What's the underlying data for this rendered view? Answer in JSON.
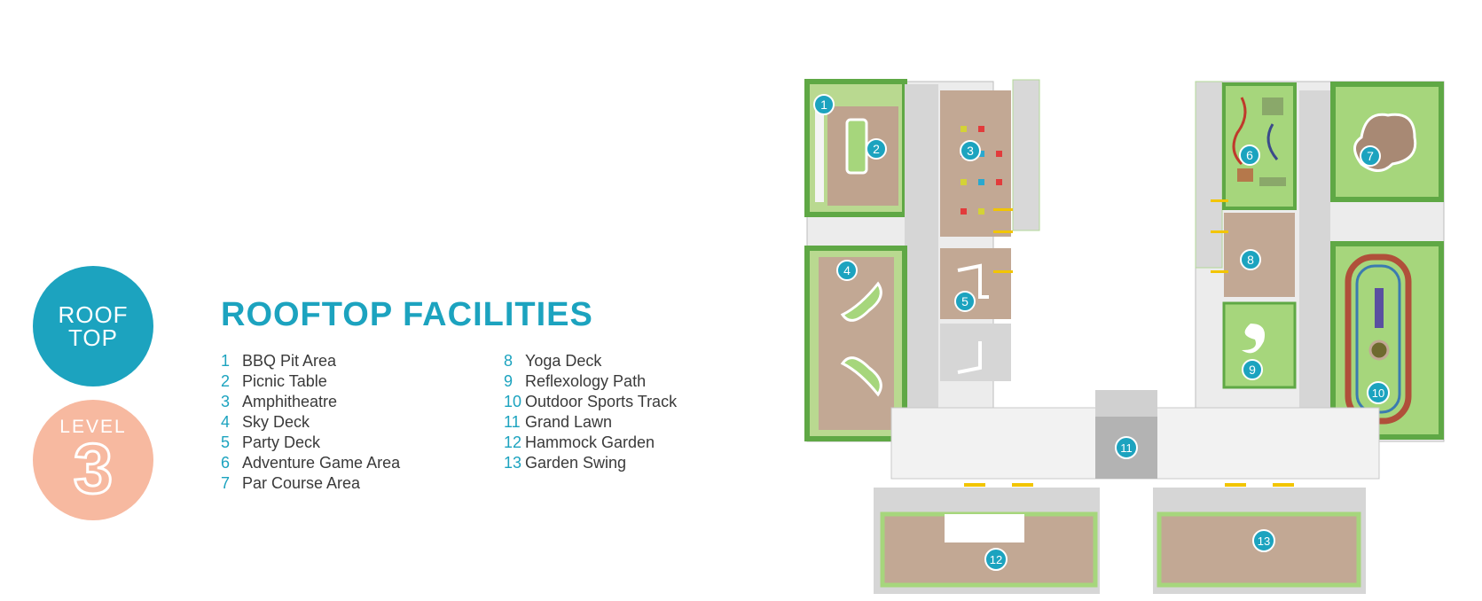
{
  "badges": {
    "roof_line1": "ROOF",
    "roof_line2": "TOP",
    "level_label": "LEVEL",
    "level_number": "3"
  },
  "title": "ROOFTOP FACILITIES",
  "legend": [
    {
      "num": "1",
      "label": "BBQ Pit Area"
    },
    {
      "num": "2",
      "label": "Picnic Table"
    },
    {
      "num": "3",
      "label": "Amphitheatre"
    },
    {
      "num": "4",
      "label": "Sky Deck"
    },
    {
      "num": "5",
      "label": "Party Deck"
    },
    {
      "num": "6",
      "label": "Adventure Game Area"
    },
    {
      "num": "7",
      "label": "Par Course Area"
    },
    {
      "num": "8",
      "label": "Yoga Deck"
    },
    {
      "num": "9",
      "label": "Reflexology Path"
    },
    {
      "num": "10",
      "label": "Outdoor Sports Track"
    },
    {
      "num": "11",
      "label": "Grand Lawn"
    },
    {
      "num": "12",
      "label": "Hammock Garden"
    },
    {
      "num": "13",
      "label": "Garden Swing"
    }
  ],
  "colors": {
    "accent": "#1ca3bf",
    "level_badge": "#f7b9a0",
    "lawn": "#a6d67c",
    "hedge": "#5fa845",
    "deck": "#b8a08c",
    "walkway": "#d9d9d9",
    "text": "#3a3a3a"
  },
  "map_markers": [
    "1",
    "2",
    "3",
    "4",
    "5",
    "6",
    "7",
    "8",
    "9",
    "10",
    "11",
    "12",
    "13"
  ]
}
